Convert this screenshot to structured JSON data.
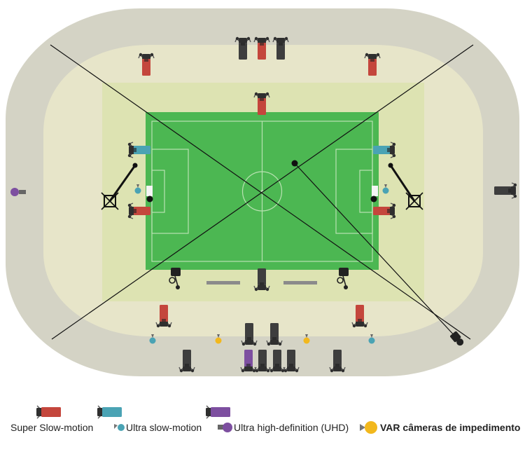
{
  "colors": {
    "outer_ring": "#d4d3c5",
    "stands": "#e7e5c9",
    "apron": "#dde3b2",
    "pitch": "#4cb752",
    "pitch_dark": "#3e9f45",
    "super_slow": "#c4463c",
    "ultra_slow": "#4aa3b4",
    "uhd": "#7d4fa0",
    "var": "#f2b81d",
    "camera_dark": "#3a3a3a",
    "line": "#111111"
  },
  "legend": {
    "super_slow_label": "Super Slow-motion",
    "ultra_slow_label": "Ultra slow-motion",
    "uhd_label": "Ultra high-definition (UHD)",
    "var_label": "VAR câmeras de impedimento"
  }
}
